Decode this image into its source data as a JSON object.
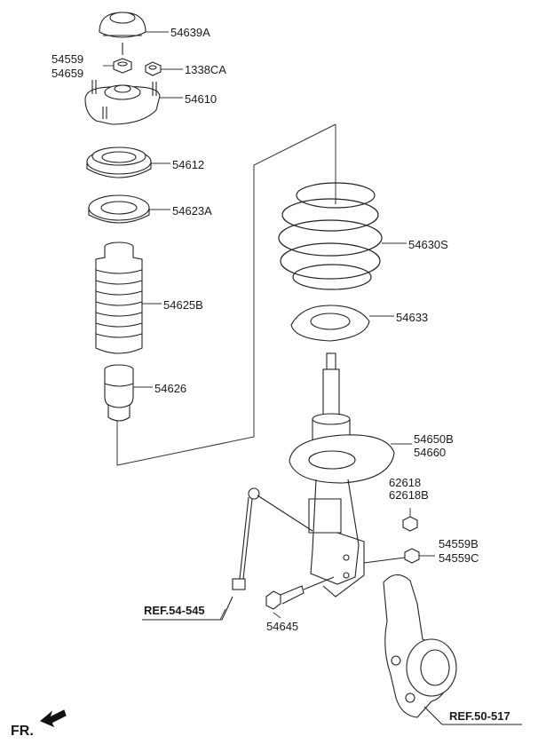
{
  "parts": {
    "p54639A": "54639A",
    "p54559": "54559",
    "p54659": "54659",
    "p1338CA": "1338CA",
    "p54610": "54610",
    "p54612": "54612",
    "p54623A": "54623A",
    "p54625B": "54625B",
    "p54626": "54626",
    "p54630S": "54630S",
    "p54633": "54633",
    "p54650B": "54650B",
    "p54660": "54660",
    "p62618": "62618",
    "p62618B": "62618B",
    "p54559B": "54559B",
    "p54559C": "54559C",
    "p54645": "54645"
  },
  "refs": {
    "ref_link": "REF.54-545",
    "ref_knuckle": "REF.50-517"
  },
  "direction": {
    "label": "FR."
  }
}
